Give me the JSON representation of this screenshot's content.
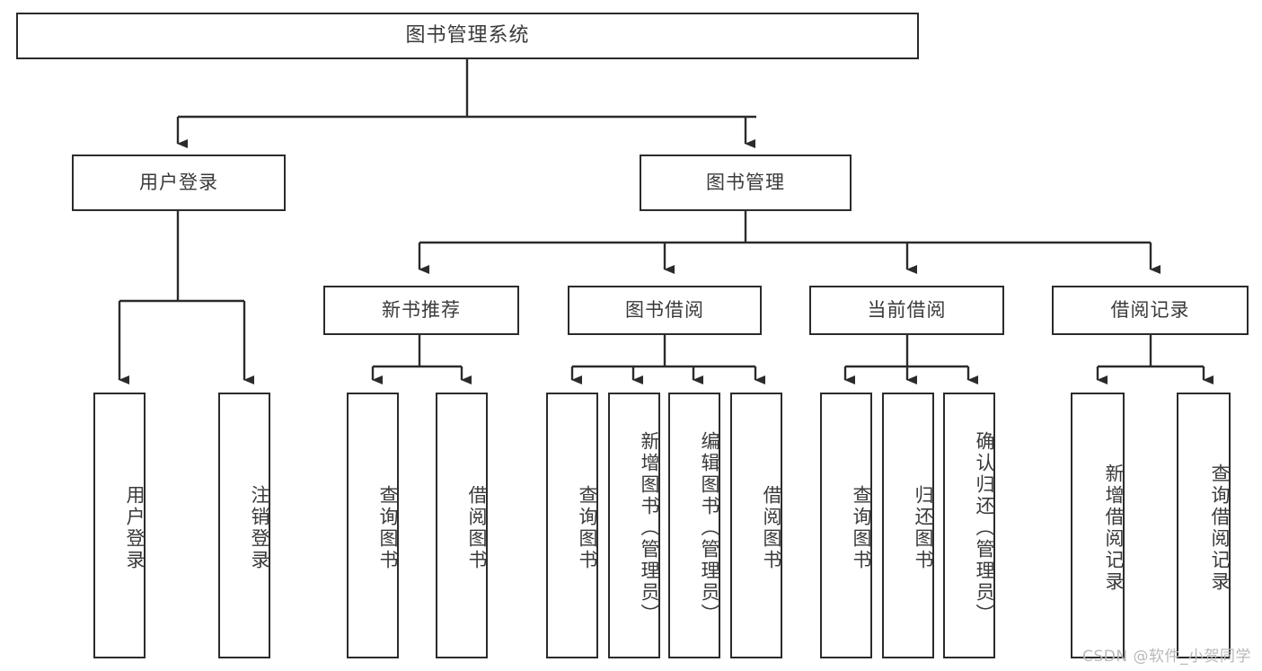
{
  "diagram": {
    "title": "图书管理系统",
    "watermark": "CSDN @软件_小贺同学",
    "colors": {
      "border": "#2b2b2b",
      "text": "#3a3a3a",
      "background": "#ffffff",
      "watermark": "#b9b9b9"
    },
    "root": {
      "label": "图书管理系统"
    },
    "level2": [
      {
        "label": "用户登录"
      },
      {
        "label": "图书管理"
      }
    ],
    "level3": [
      {
        "label": "新书推荐"
      },
      {
        "label": "图书借阅"
      },
      {
        "label": "当前借阅"
      },
      {
        "label": "借阅记录"
      }
    ],
    "leaves": {
      "user_login": [
        {
          "label": "用户登录"
        },
        {
          "label": "注销登录"
        }
      ],
      "new_book": [
        {
          "label": "查询图书"
        },
        {
          "label": "借阅图书"
        }
      ],
      "book_borrow": [
        {
          "label": "查询图书"
        },
        {
          "label": "新增图书（管理员）"
        },
        {
          "label": "编辑图书（管理员）"
        },
        {
          "label": "借阅图书"
        }
      ],
      "current_borrow": [
        {
          "label": "查询图书"
        },
        {
          "label": "归还图书"
        },
        {
          "label": "确认归还（管理员）"
        }
      ],
      "borrow_record": [
        {
          "label": "新增借阅记录"
        },
        {
          "label": "查询借阅记录"
        }
      ]
    }
  }
}
